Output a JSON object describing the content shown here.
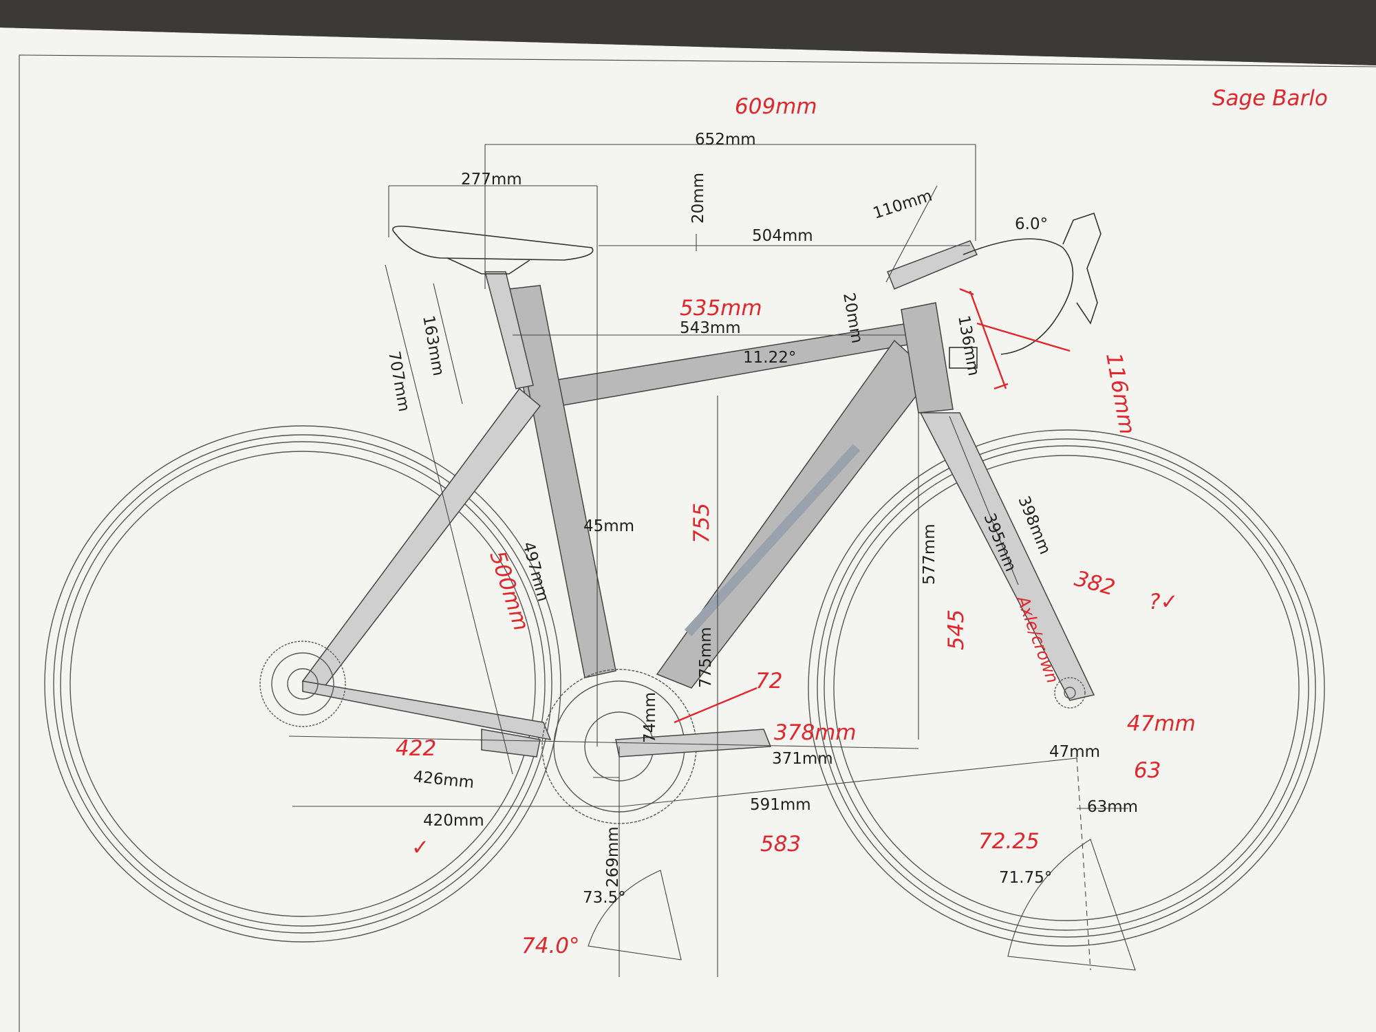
{
  "dimensions": {
    "top_length": "652mm",
    "saddle_setback": "277mm",
    "saddle_height_offset": "20mm",
    "stem_length": "110mm",
    "stem_angle": "6.0°",
    "reach_saddle_bar": "504mm",
    "spacer": "20mm",
    "head_tube": "136mm",
    "top_tube": "543mm",
    "top_tube_angle": "11.22°",
    "seat_tube_ext": "163mm",
    "saddle_height": "707mm",
    "seat_tube": "497mm",
    "offset": "45mm",
    "standover": "775mm",
    "fork_length": "398mm",
    "fork_axle": "395mm",
    "stack": "577mm",
    "bb_drop": "74mm",
    "reach": "371mm",
    "fork_offset": "47mm",
    "chainstay": "426mm",
    "chainstay_horiz": "420mm",
    "front_center": "591mm",
    "trail": "63mm",
    "bb_height": "269mm",
    "seat_angle": "73.5°",
    "head_angle": "71.75°"
  },
  "annotations": {
    "top_length": "609mm",
    "name": "Sage Barlo",
    "top_tube": "535mm",
    "head_tube": "116mm",
    "standover": "755",
    "seat_tube": "500mm",
    "fork_length": "382",
    "question": "?✓",
    "stack": "545",
    "axle_crown": "Axle/crown",
    "bb_drop": "72",
    "reach": "378mm",
    "fork_offset": "47mm",
    "trail": "63",
    "chainstay": "422",
    "chainstay_mark": "✓",
    "front_center": "583",
    "head_angle": "72.25",
    "seat_angle": "74.0°"
  },
  "colors": {
    "paper": "#f4f4f1",
    "ink": "#1f1f1f",
    "frame": "#b9b9b9",
    "annotation": "#e0262a"
  }
}
